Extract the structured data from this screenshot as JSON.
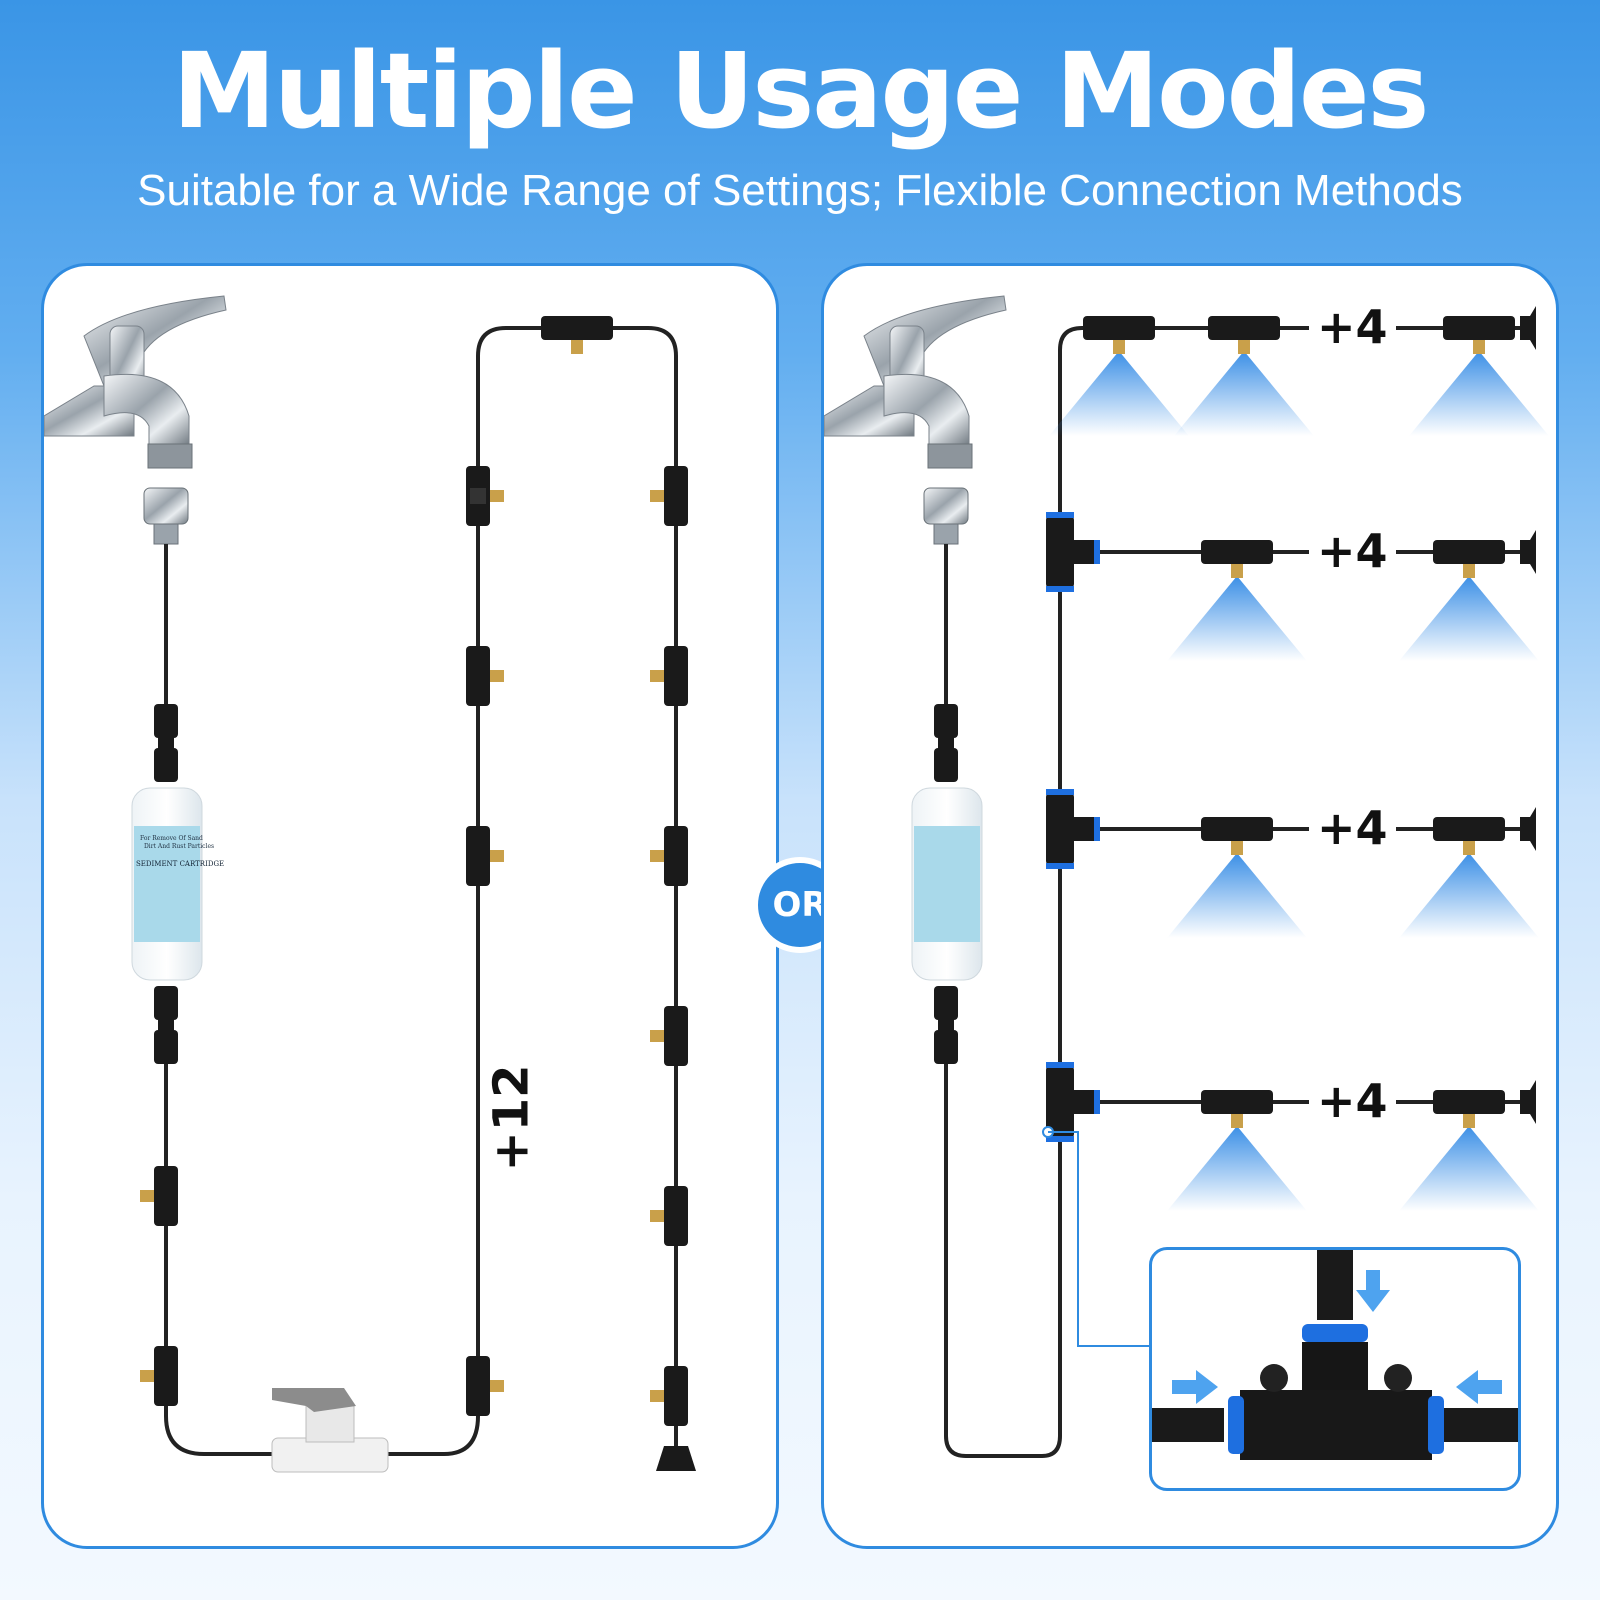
{
  "header": {
    "title": "Multiple Usage Modes",
    "subtitle": "Suitable for a Wide Range of Settings; Flexible Connection Methods"
  },
  "divider": {
    "label": "OR"
  },
  "left_panel": {
    "nozzle_count_label": "+12"
  },
  "right_panel": {
    "branch_count_labels": [
      "+4",
      "+4",
      "+4",
      "+4"
    ]
  },
  "filter": {
    "line1": "For Remove Of Sand",
    "line2": "Dirt And Rust Particles",
    "name": "SEDIMENT CARTRIDGE"
  },
  "colors": {
    "accent": "#2f8be0",
    "tube": "#222222",
    "brass": "#c9a04a",
    "mist": "#3b8fe6"
  }
}
